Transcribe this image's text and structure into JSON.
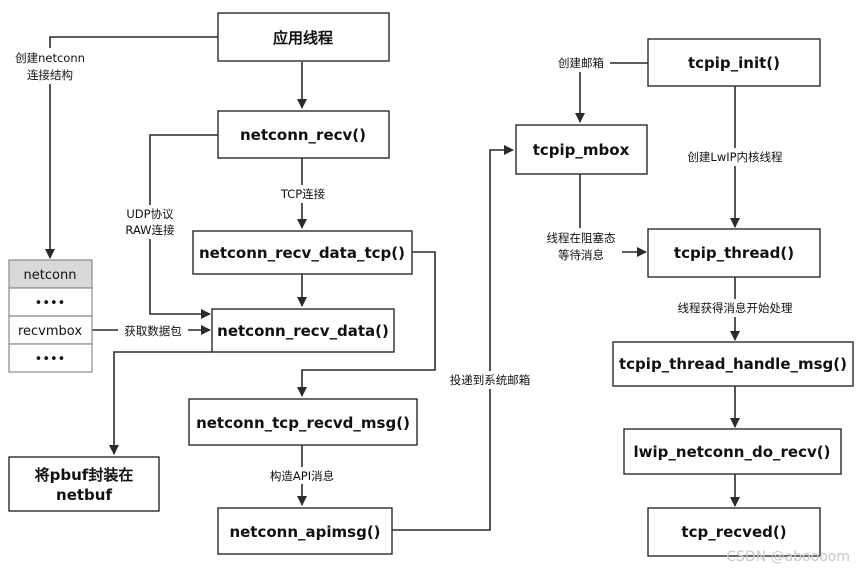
{
  "boxes": {
    "app_thread": "应用线程",
    "netconn_recv": "netconn_recv()",
    "netconn_recv_data_tcp": "netconn_recv_data_tcp()",
    "netconn_recv_data": "netconn_recv_data()",
    "netconn_tcp_recvd_msg": "netconn_tcp_recvd_msg()",
    "netconn_apimsg": "netconn_apimsg()",
    "pbuf_to_netbuf_line1": "将pbuf封装在",
    "pbuf_to_netbuf_line2": "netbuf",
    "tcpip_init": "tcpip_init()",
    "tcpip_mbox": "tcpip_mbox",
    "tcpip_thread": "tcpip_thread()",
    "tcpip_thread_handle_msg": "tcpip_thread_handle_msg()",
    "lwip_netconn_do_recv": "lwip_netconn_do_recv()",
    "tcp_recved": "tcp_recved()"
  },
  "netconn_struct": {
    "header": "netconn",
    "row1": "••••",
    "row2": "recvmbox",
    "row3": "••••"
  },
  "labels": {
    "create_netconn_line1": "创建netconn",
    "create_netconn_line2": "连接结构",
    "tcp_connection": "TCP连接",
    "udp_line1": "UDP协议",
    "udp_line2": "RAW连接",
    "get_packet": "获取数据包",
    "construct_api_msg": "构造API消息",
    "deliver_to_mbox": "投递到系统邮箱",
    "create_mailbox": "创建邮箱",
    "create_kernel_thread": "创建LwIP内核线程",
    "blocked_line1": "线程在阻塞态",
    "blocked_line2": "等待消息",
    "thread_got_msg": "线程获得消息开始处理"
  },
  "watermark": "CSDN @aboooom"
}
